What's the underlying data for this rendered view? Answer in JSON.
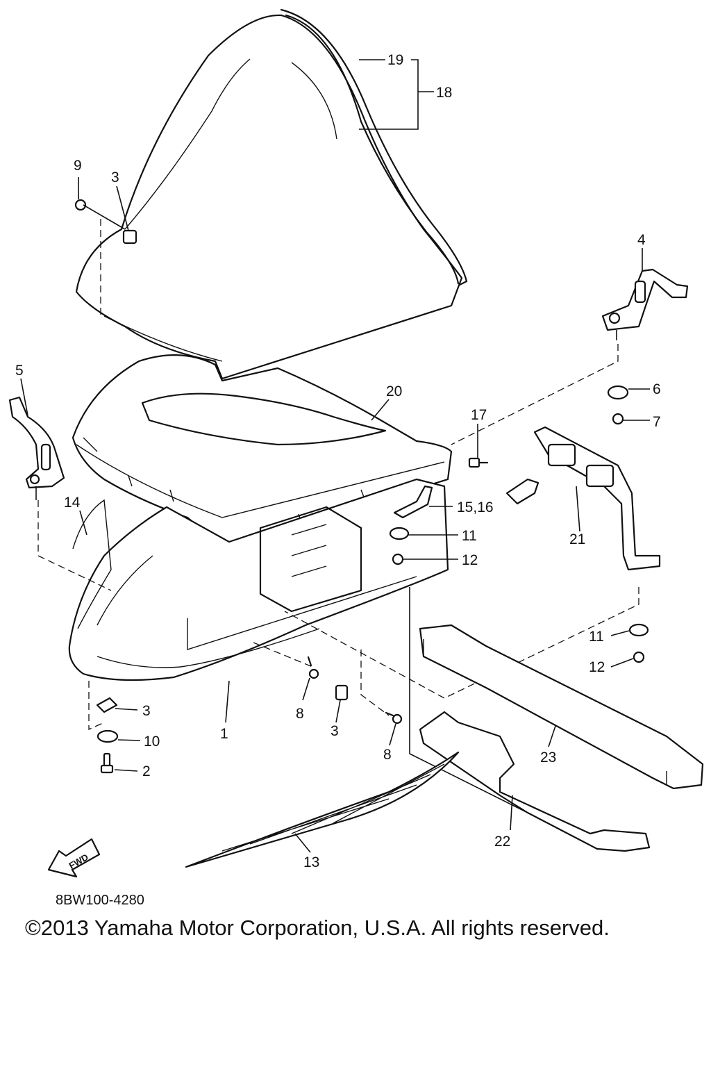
{
  "diagram": {
    "callouts": [
      {
        "id": "c19",
        "text": "19"
      },
      {
        "id": "c18",
        "text": "18"
      },
      {
        "id": "c9",
        "text": "9"
      },
      {
        "id": "c3a",
        "text": "3"
      },
      {
        "id": "c4",
        "text": "4"
      },
      {
        "id": "c5",
        "text": "5"
      },
      {
        "id": "c20",
        "text": "20"
      },
      {
        "id": "c6",
        "text": "6"
      },
      {
        "id": "c17",
        "text": "17"
      },
      {
        "id": "c7",
        "text": "7"
      },
      {
        "id": "c14",
        "text": "14"
      },
      {
        "id": "c1516",
        "text": "15,16"
      },
      {
        "id": "c11a",
        "text": "11"
      },
      {
        "id": "c21",
        "text": "21"
      },
      {
        "id": "c12a",
        "text": "12"
      },
      {
        "id": "c11b",
        "text": "11"
      },
      {
        "id": "c12b",
        "text": "12"
      },
      {
        "id": "c3b",
        "text": "3"
      },
      {
        "id": "c8a",
        "text": "8"
      },
      {
        "id": "c10",
        "text": "10"
      },
      {
        "id": "c1",
        "text": "1"
      },
      {
        "id": "c3c",
        "text": "3"
      },
      {
        "id": "c8b",
        "text": "8"
      },
      {
        "id": "c2",
        "text": "2"
      },
      {
        "id": "c23",
        "text": "23"
      },
      {
        "id": "c22",
        "text": "22"
      },
      {
        "id": "c13",
        "text": "13"
      }
    ],
    "fwd_label": "FWD"
  },
  "footer": {
    "diagram_code": "8BW100-4280",
    "copyright": "©2013 Yamaha Motor Corporation, U.S.A. All rights reserved."
  }
}
